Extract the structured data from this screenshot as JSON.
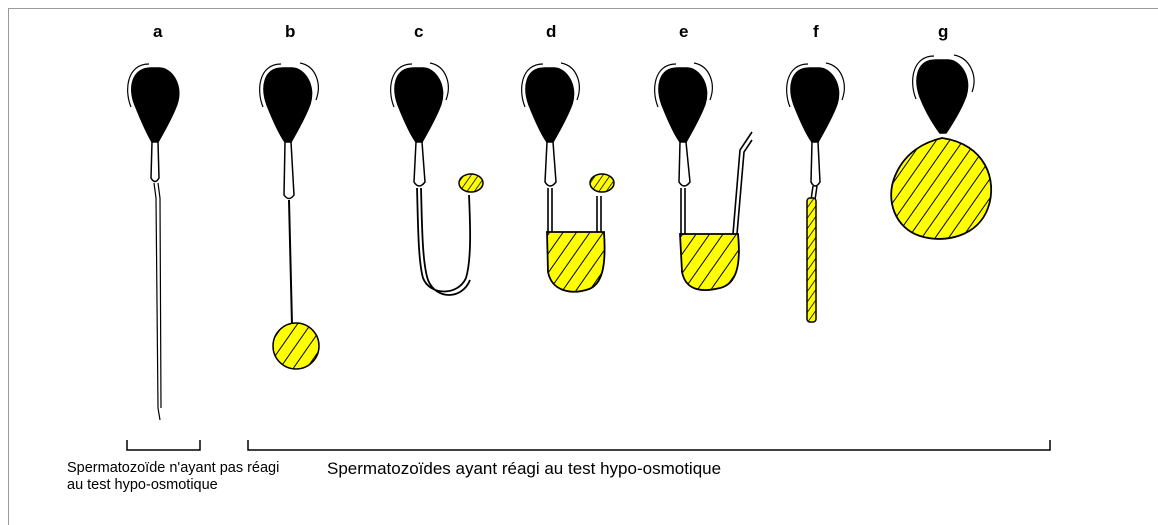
{
  "labels": {
    "a": "a",
    "b": "b",
    "c": "c",
    "d": "d",
    "e": "e",
    "f": "f",
    "g": "g"
  },
  "captions": {
    "non_reactive": "Spermatozoïde n'ayant pas réagi au test hypo-osmotique",
    "reactive": "Spermatozoïdes ayant réagi au test hypo-osmotique"
  },
  "colors": {
    "swelling_fill": "#ffff00",
    "ink": "#000000"
  }
}
